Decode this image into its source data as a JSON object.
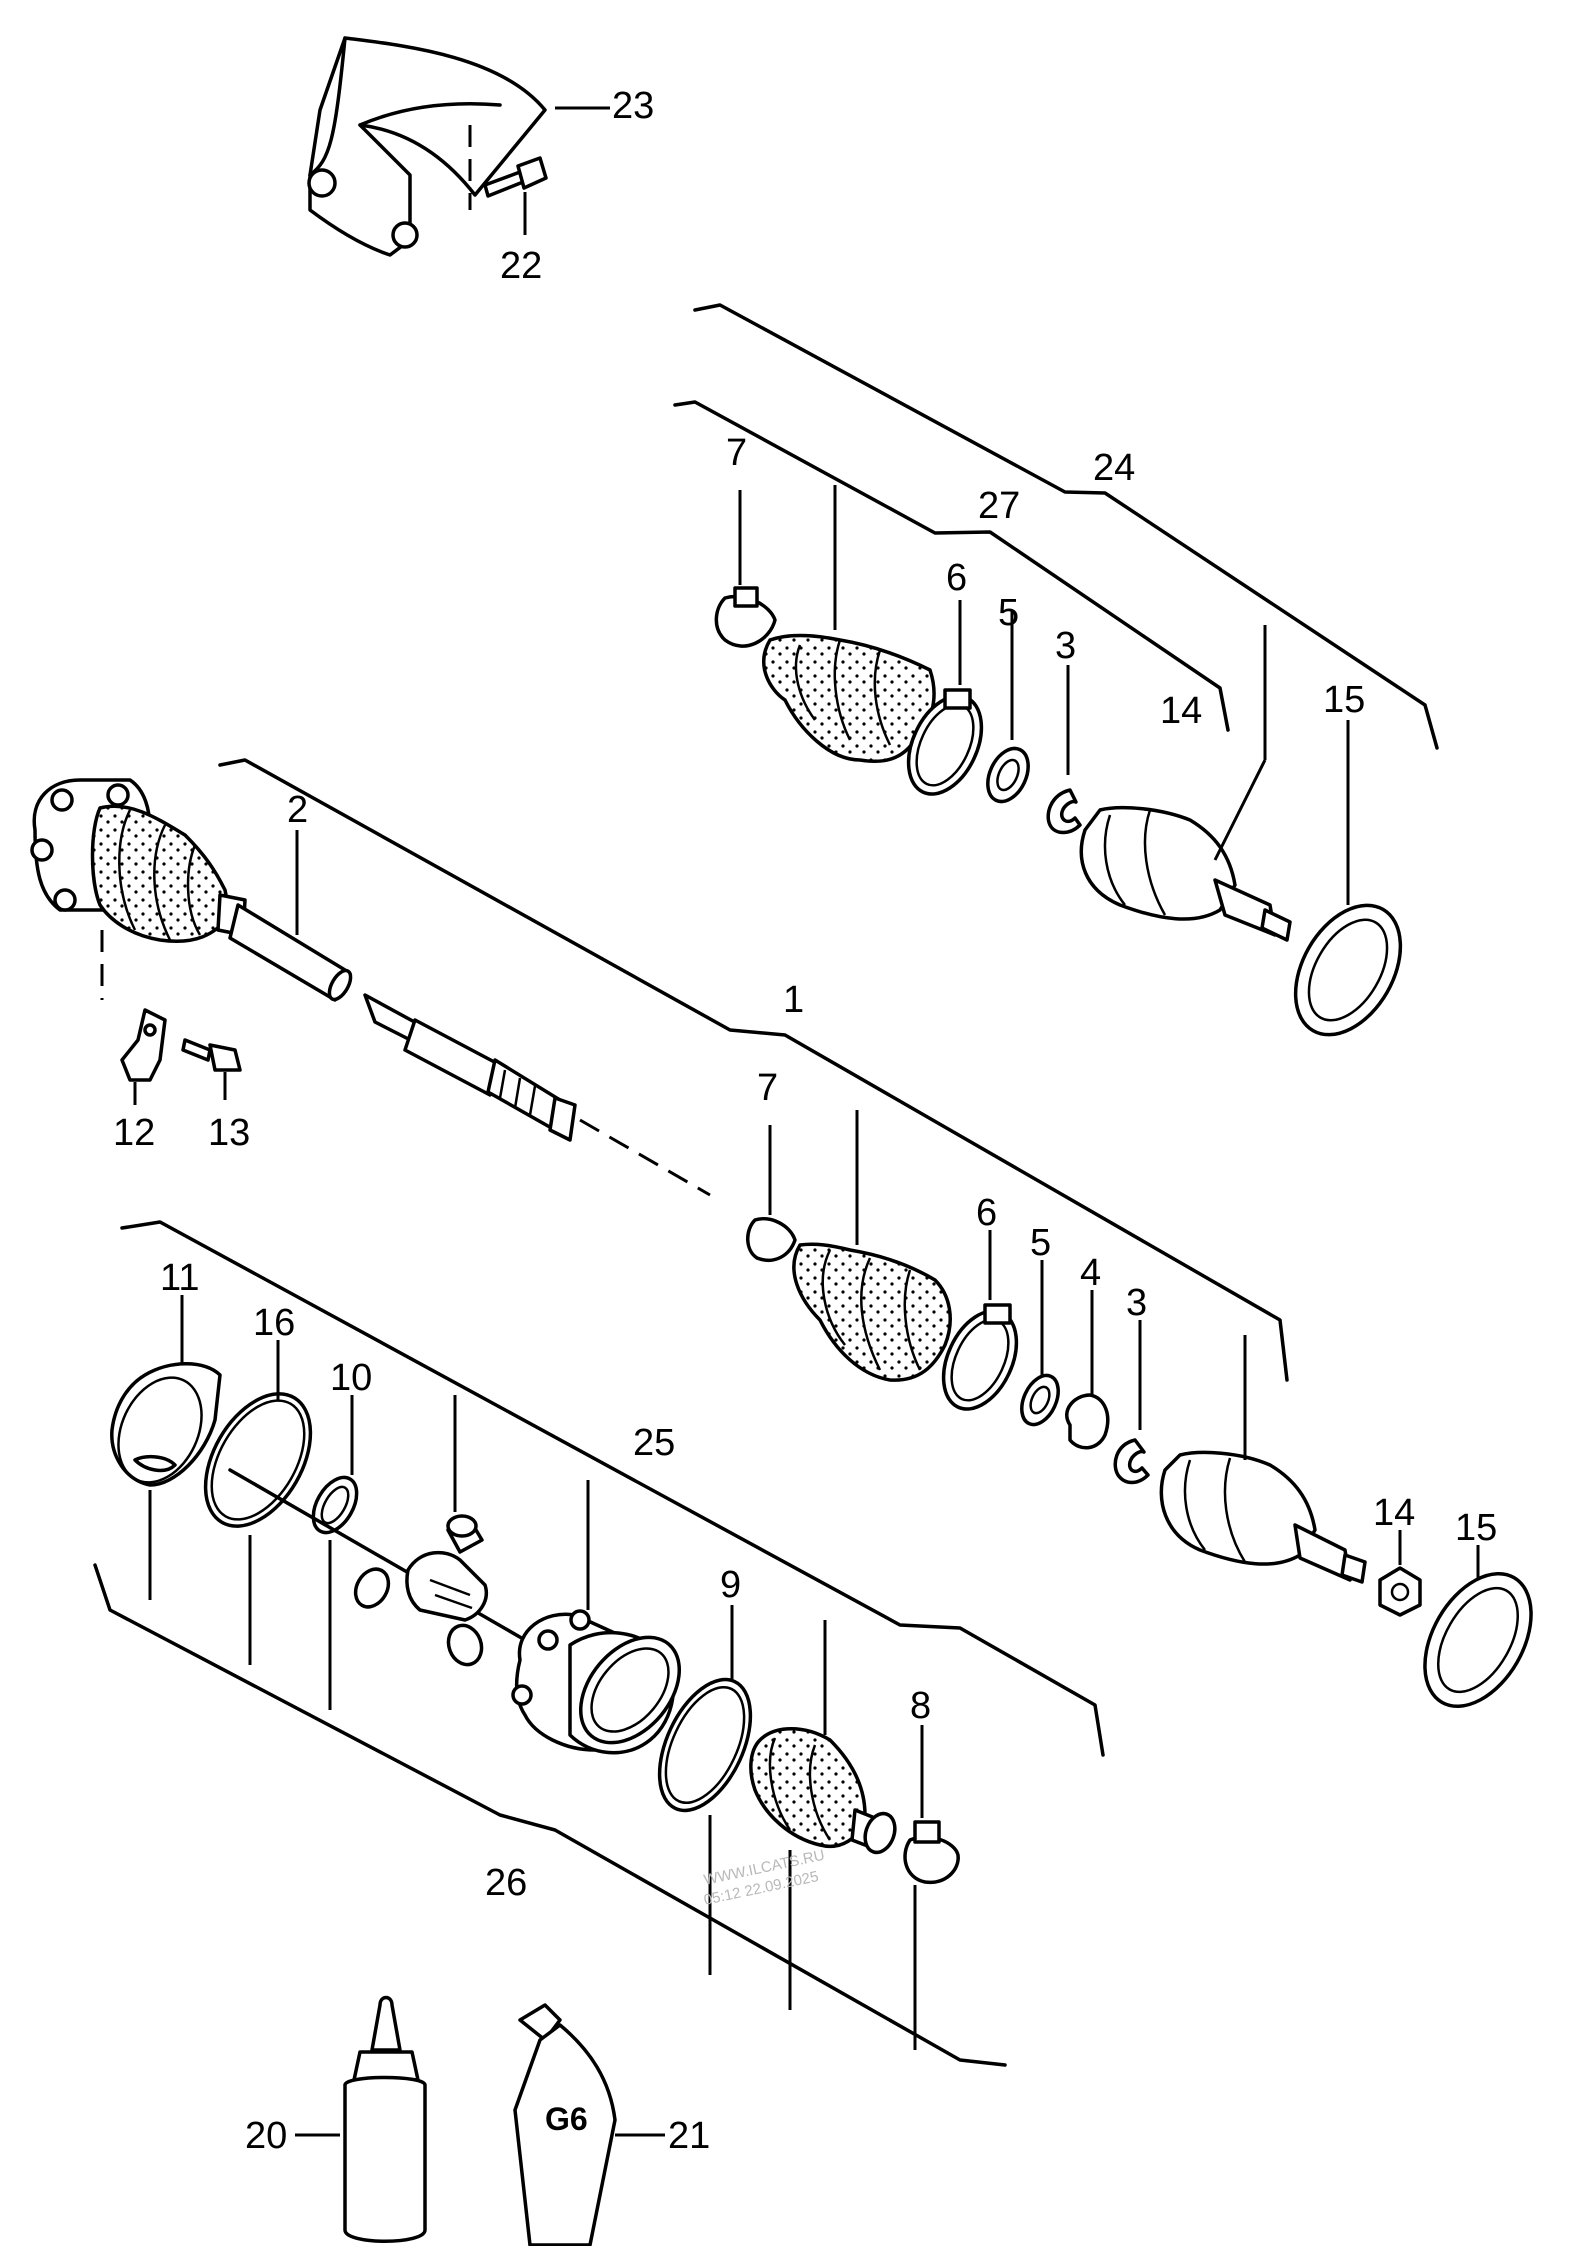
{
  "diagram": {
    "callouts": {
      "c1": "1",
      "c2": "2",
      "c3a": "3",
      "c3b": "3",
      "c4": "4",
      "c5a": "5",
      "c5b": "5",
      "c6a": "6",
      "c6b": "6",
      "c7a": "7",
      "c7b": "7",
      "c8": "8",
      "c9": "9",
      "c10": "10",
      "c11": "11",
      "c12": "12",
      "c13": "13",
      "c14a": "14",
      "c14b": "14",
      "c15a": "15",
      "c15b": "15",
      "c16": "16",
      "c20": "20",
      "c21": "21",
      "c22": "22",
      "c23": "23",
      "c24": "24",
      "c25": "25",
      "c26": "26",
      "c27": "27"
    },
    "tube_label": "G6",
    "watermark": [
      "WWW.ILCATS.RU",
      "05:12 22.09.2025"
    ]
  }
}
